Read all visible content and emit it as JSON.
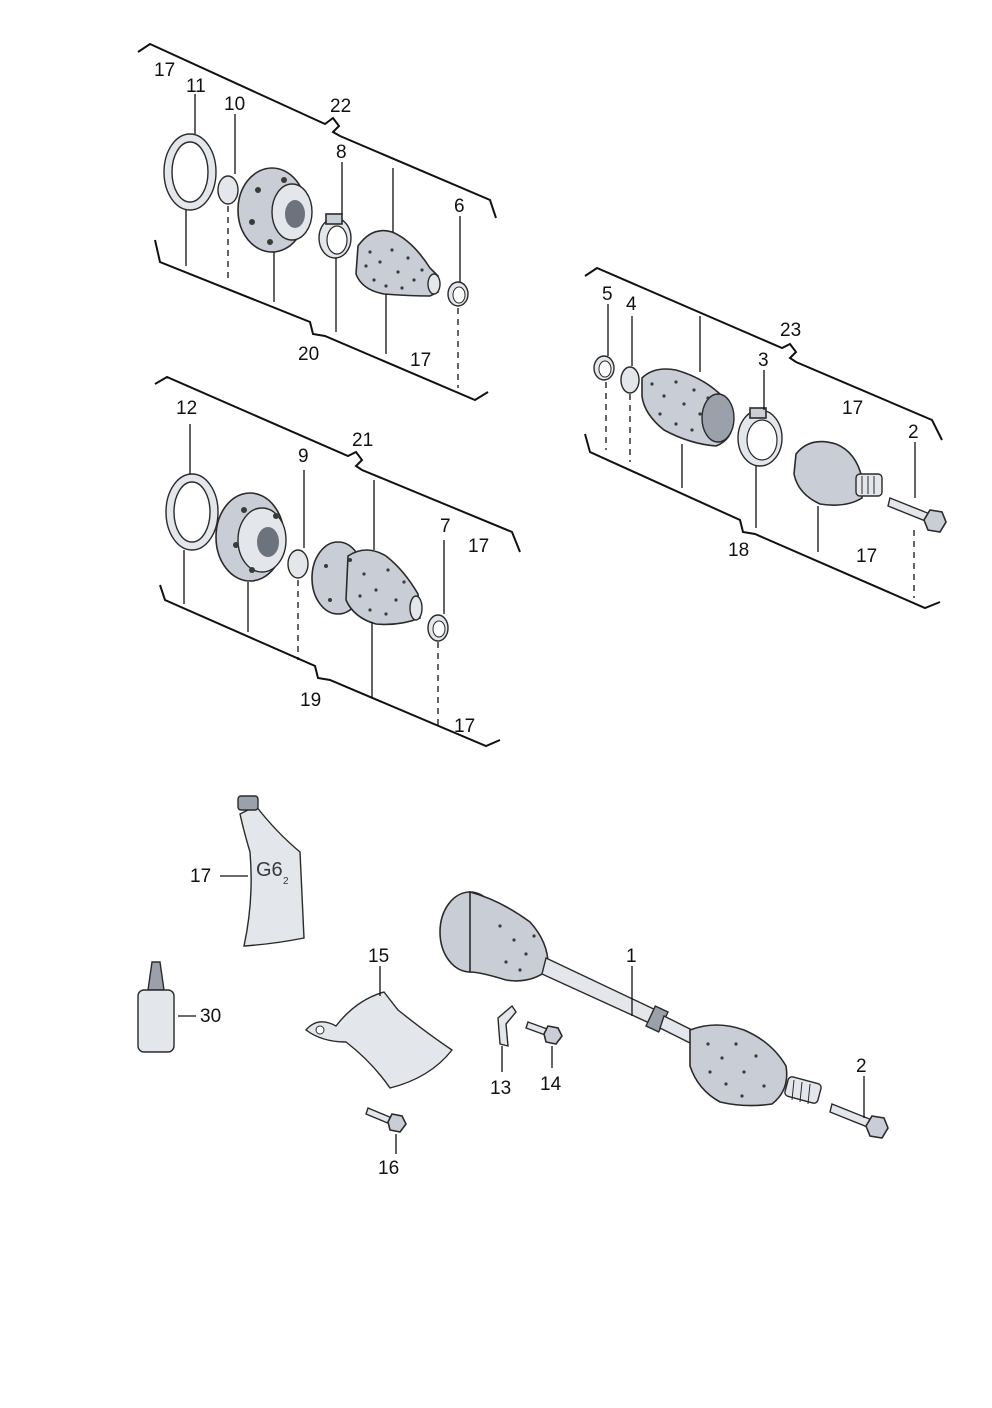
{
  "diagram": {
    "labels": {
      "l_17_a": "17",
      "l_11": "11",
      "l_10": "10",
      "l_22": "22",
      "l_8": "8",
      "l_6": "6",
      "l_20": "20",
      "l_17_b": "17",
      "l_12": "12",
      "l_9": "9",
      "l_21": "21",
      "l_7": "7",
      "l_17_c": "17",
      "l_19": "19",
      "l_17_d": "17",
      "l_5": "5",
      "l_4": "4",
      "l_23": "23",
      "l_3": "3",
      "l_17_e": "17",
      "l_2_a": "2",
      "l_18": "18",
      "l_17_f": "17",
      "l_17_g": "17",
      "l_30": "30",
      "l_15": "15",
      "l_1": "1",
      "l_13": "13",
      "l_14": "14",
      "l_16": "16",
      "l_2_b": "2"
    },
    "tube_marking": "G6",
    "tube_marking_sub": "2"
  }
}
